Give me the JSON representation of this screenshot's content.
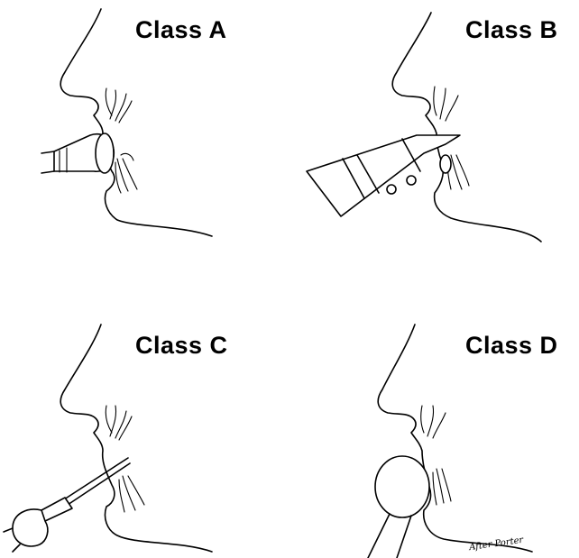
{
  "panels": [
    {
      "id": "a",
      "label": "Class A"
    },
    {
      "id": "b",
      "label": "Class B"
    },
    {
      "id": "c",
      "label": "Class C"
    },
    {
      "id": "d",
      "label": "Class D"
    }
  ],
  "signature": "After Porter"
}
